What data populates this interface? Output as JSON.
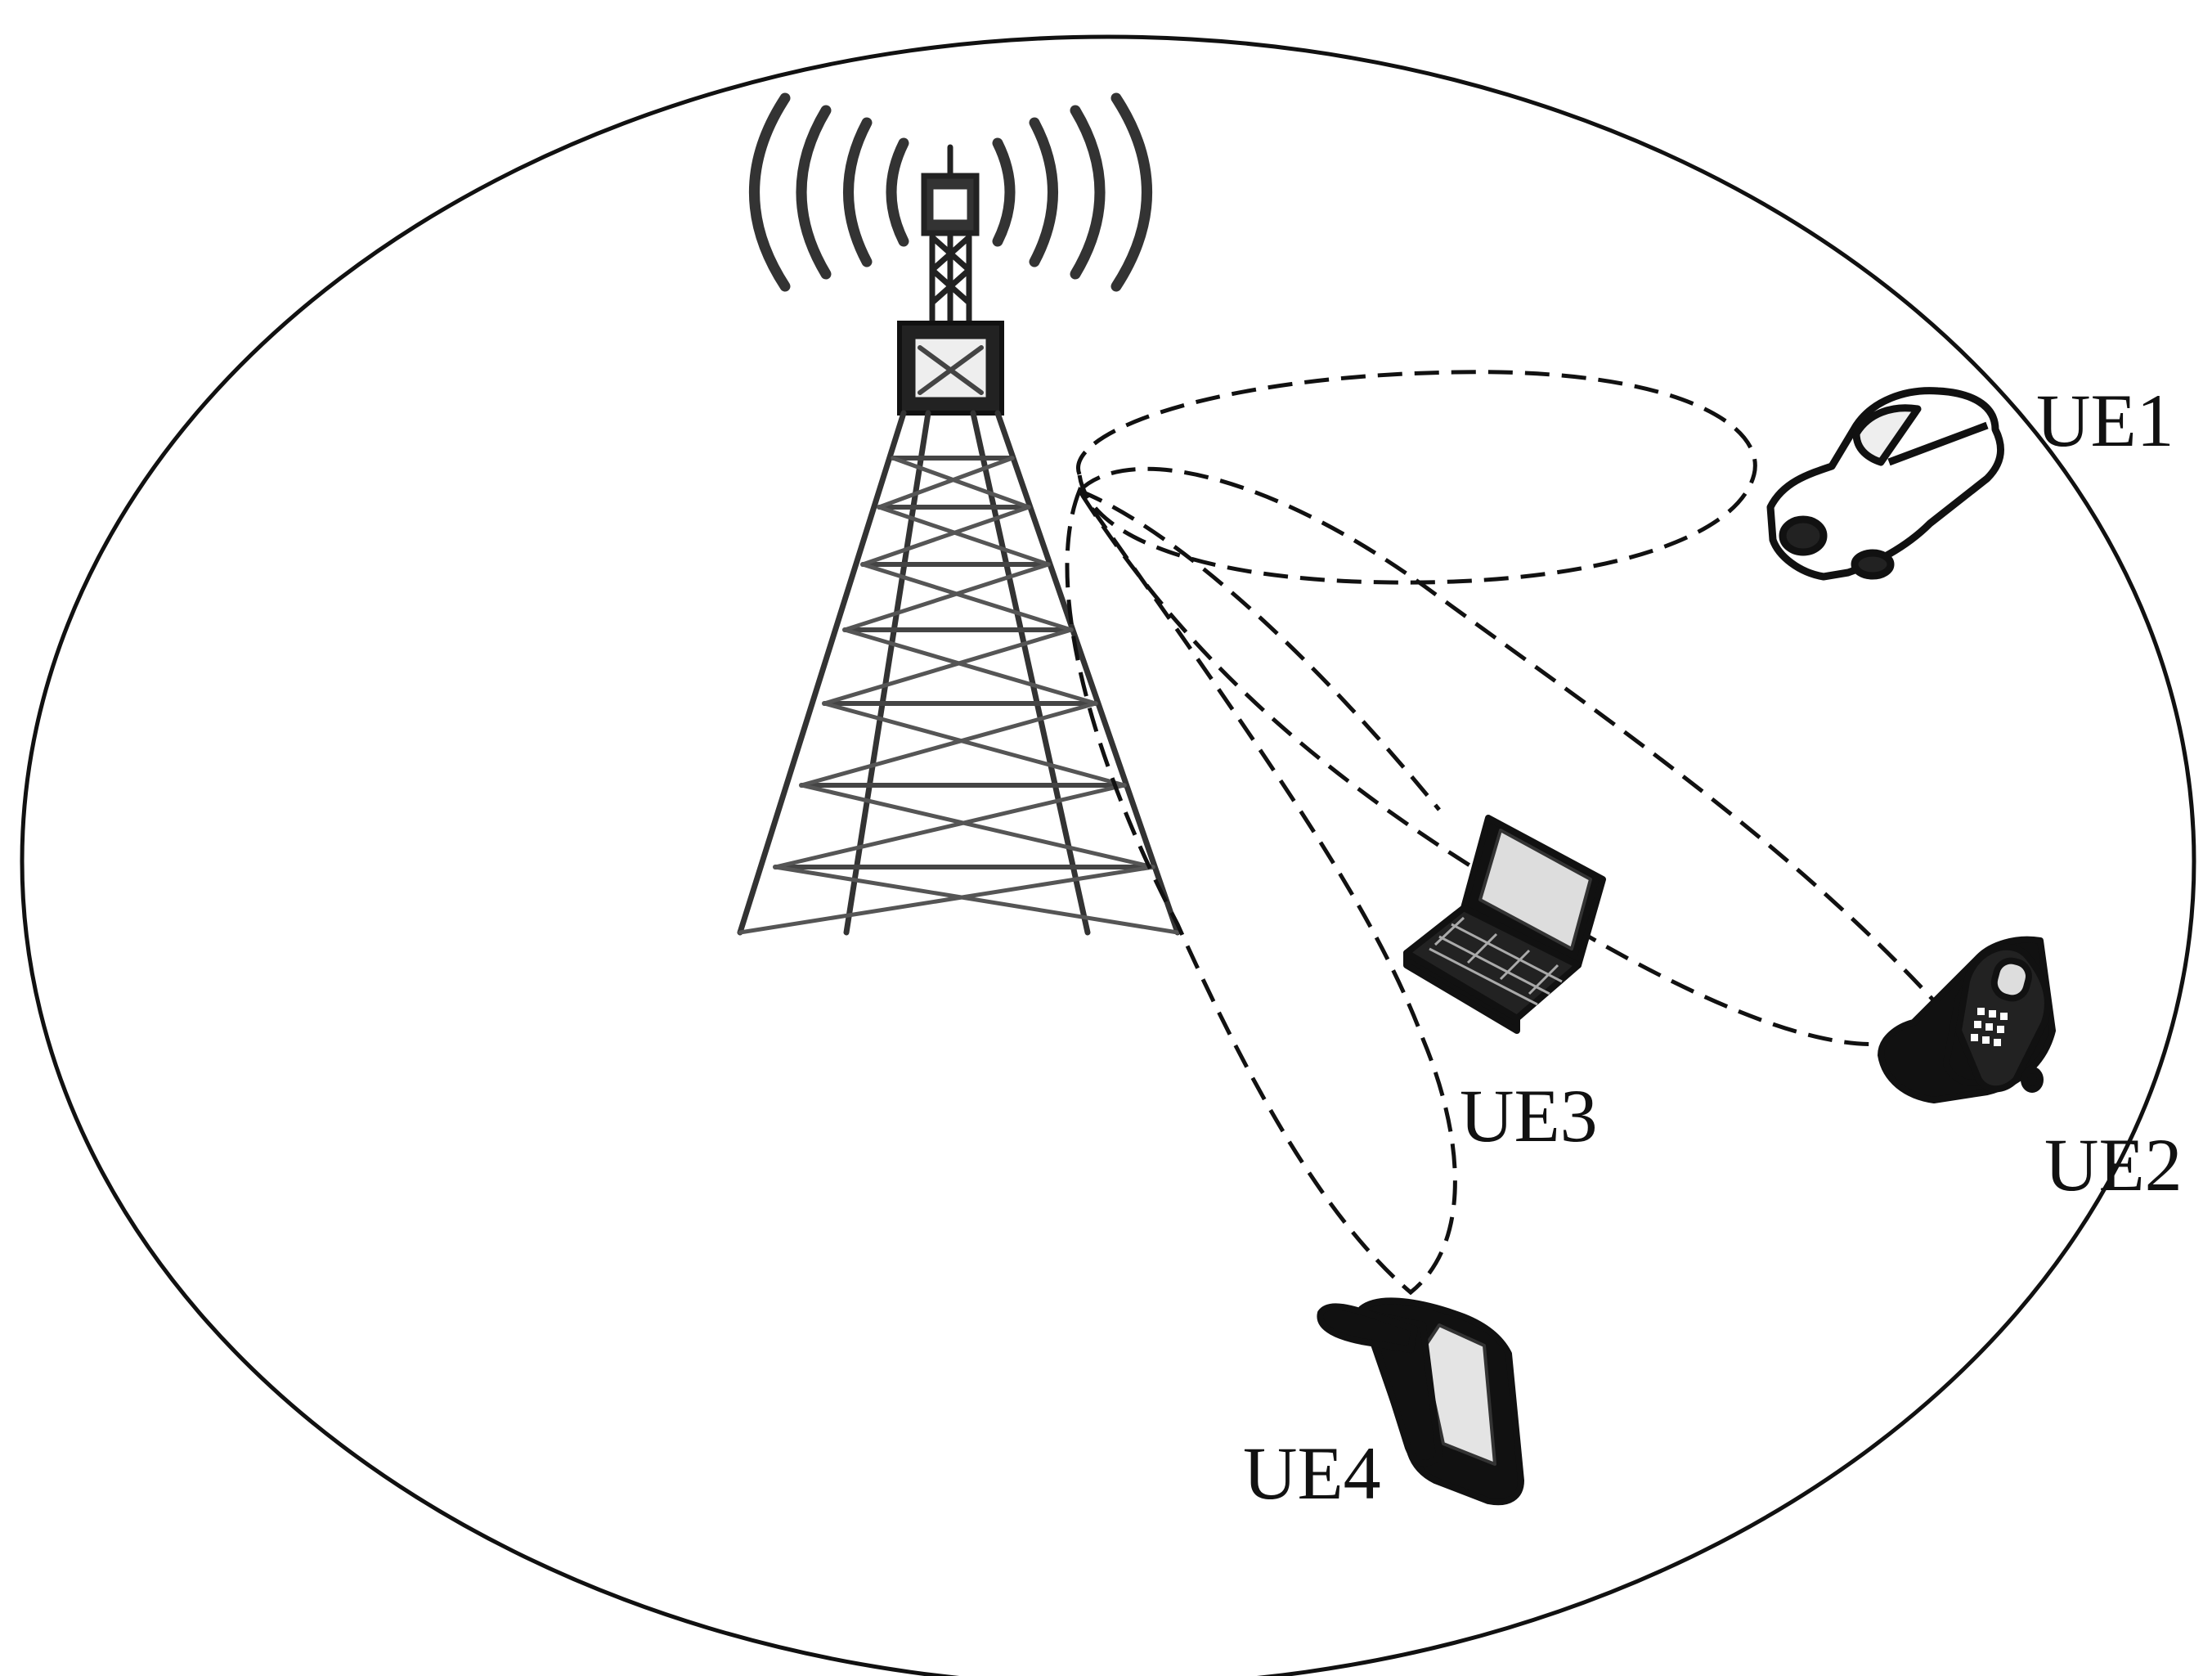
{
  "labels": {
    "ue1": "UE1",
    "ue2": "UE2",
    "ue3": "UE3",
    "ue4": "UE4"
  },
  "icons": {
    "tower": "base-station-tower-icon",
    "ue1": "car-icon",
    "ue2": "flip-phone-icon",
    "ue3": "laptop-icon",
    "ue4": "smartphone-icon"
  },
  "colors": {
    "line": "#111111",
    "background": "#ffffff"
  }
}
